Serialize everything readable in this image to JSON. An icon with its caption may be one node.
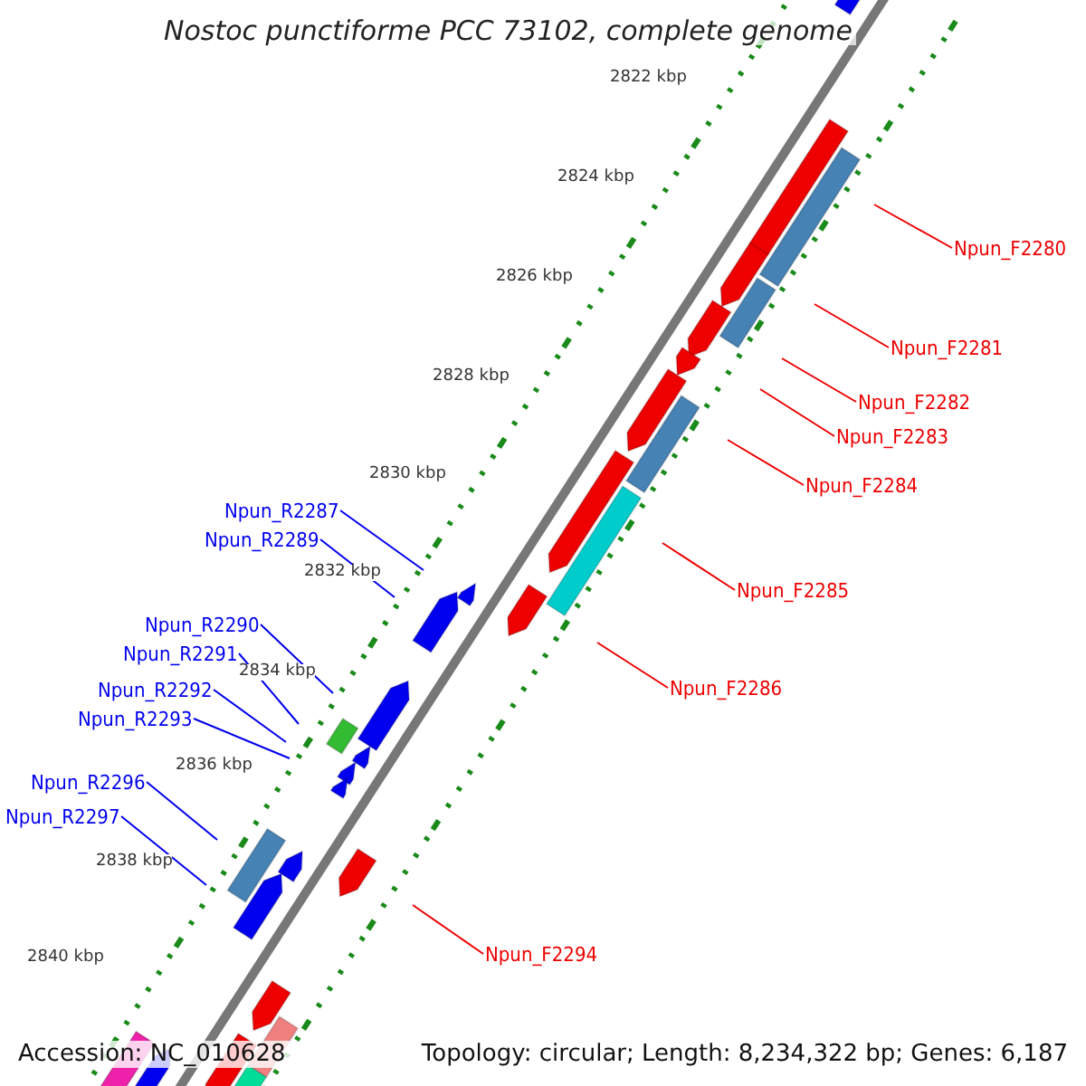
{
  "diagram": {
    "title": "Nostoc punctiforme PCC 73102, complete genome",
    "nodes": [
      {
        "text": [
          "Npun_F2280"
        ]
      },
      {
        "text": [
          "Npun_F2281"
        ]
      },
      {
        "text": [
          "Npun_F2282"
        ]
      },
      {
        "text": [
          "Npun_F2283"
        ]
      },
      {
        "text": [
          "Npun_F2284"
        ]
      },
      {
        "text": [
          "Npun_F2285"
        ]
      },
      {
        "text": [
          "Npun_F2286"
        ]
      },
      {
        "text": [
          "Npun_R2287"
        ]
      },
      {
        "text": [
          "Npun_R2289"
        ]
      },
      {
        "text": [
          "Npun_R2290"
        ]
      },
      {
        "text": [
          "Npun_R2291"
        ]
      },
      {
        "text": [
          "Npun_R2292"
        ]
      },
      {
        "text": [
          "Npun_R2293"
        ]
      },
      {
        "text": [
          "Npun_R2296"
        ]
      },
      {
        "text": [
          "Npun_R2297"
        ]
      },
      {
        "text": [
          "Npun_F2294"
        ]
      }
    ],
    "edges": [
      {
        "from": 0,
        "to": null,
        "arrow": "none",
        "color": "#ee0000"
      },
      {
        "from": 1,
        "to": null,
        "arrow": "none",
        "color": "#ee0000"
      },
      {
        "from": 2,
        "to": null,
        "arrow": "none",
        "color": "#ee0000"
      },
      {
        "from": 3,
        "to": null,
        "arrow": "none",
        "color": "#ee0000"
      },
      {
        "from": 4,
        "to": null,
        "arrow": "none",
        "color": "#ee0000"
      },
      {
        "from": 5,
        "to": null,
        "arrow": "none",
        "color": "#ee0000"
      },
      {
        "from": 6,
        "to": null,
        "arrow": "none",
        "color": "#ee0000"
      },
      {
        "from": 7,
        "to": null,
        "arrow": "none",
        "color": "#0000ee"
      },
      {
        "from": 8,
        "to": null,
        "arrow": "none",
        "color": "#0000ee"
      },
      {
        "from": 9,
        "to": null,
        "arrow": "none",
        "color": "#0000ee"
      },
      {
        "from": 10,
        "to": null,
        "arrow": "none",
        "color": "#0000ee"
      },
      {
        "from": 11,
        "to": null,
        "arrow": "none",
        "color": "#0000ee"
      },
      {
        "from": 12,
        "to": null,
        "arrow": "none",
        "color": "#0000ee"
      },
      {
        "from": 13,
        "to": null,
        "arrow": "none",
        "color": "#0000ee"
      },
      {
        "from": 14,
        "to": null,
        "arrow": "none",
        "color": "#0000ee"
      },
      {
        "from": 15,
        "to": null,
        "arrow": "none",
        "color": "#ee0000"
      }
    ],
    "labels": [
      "2822 kbp",
      "2824 kbp",
      "2826 kbp",
      "2828 kbp",
      "2830 kbp",
      "2832 kbp",
      "2834 kbp",
      "2836 kbp",
      "2838 kbp",
      "2840 kbp",
      "Accession: NC_010628",
      "Topology: circular; Length: 8,234,322 bp; Genes: 6,187"
    ]
  }
}
